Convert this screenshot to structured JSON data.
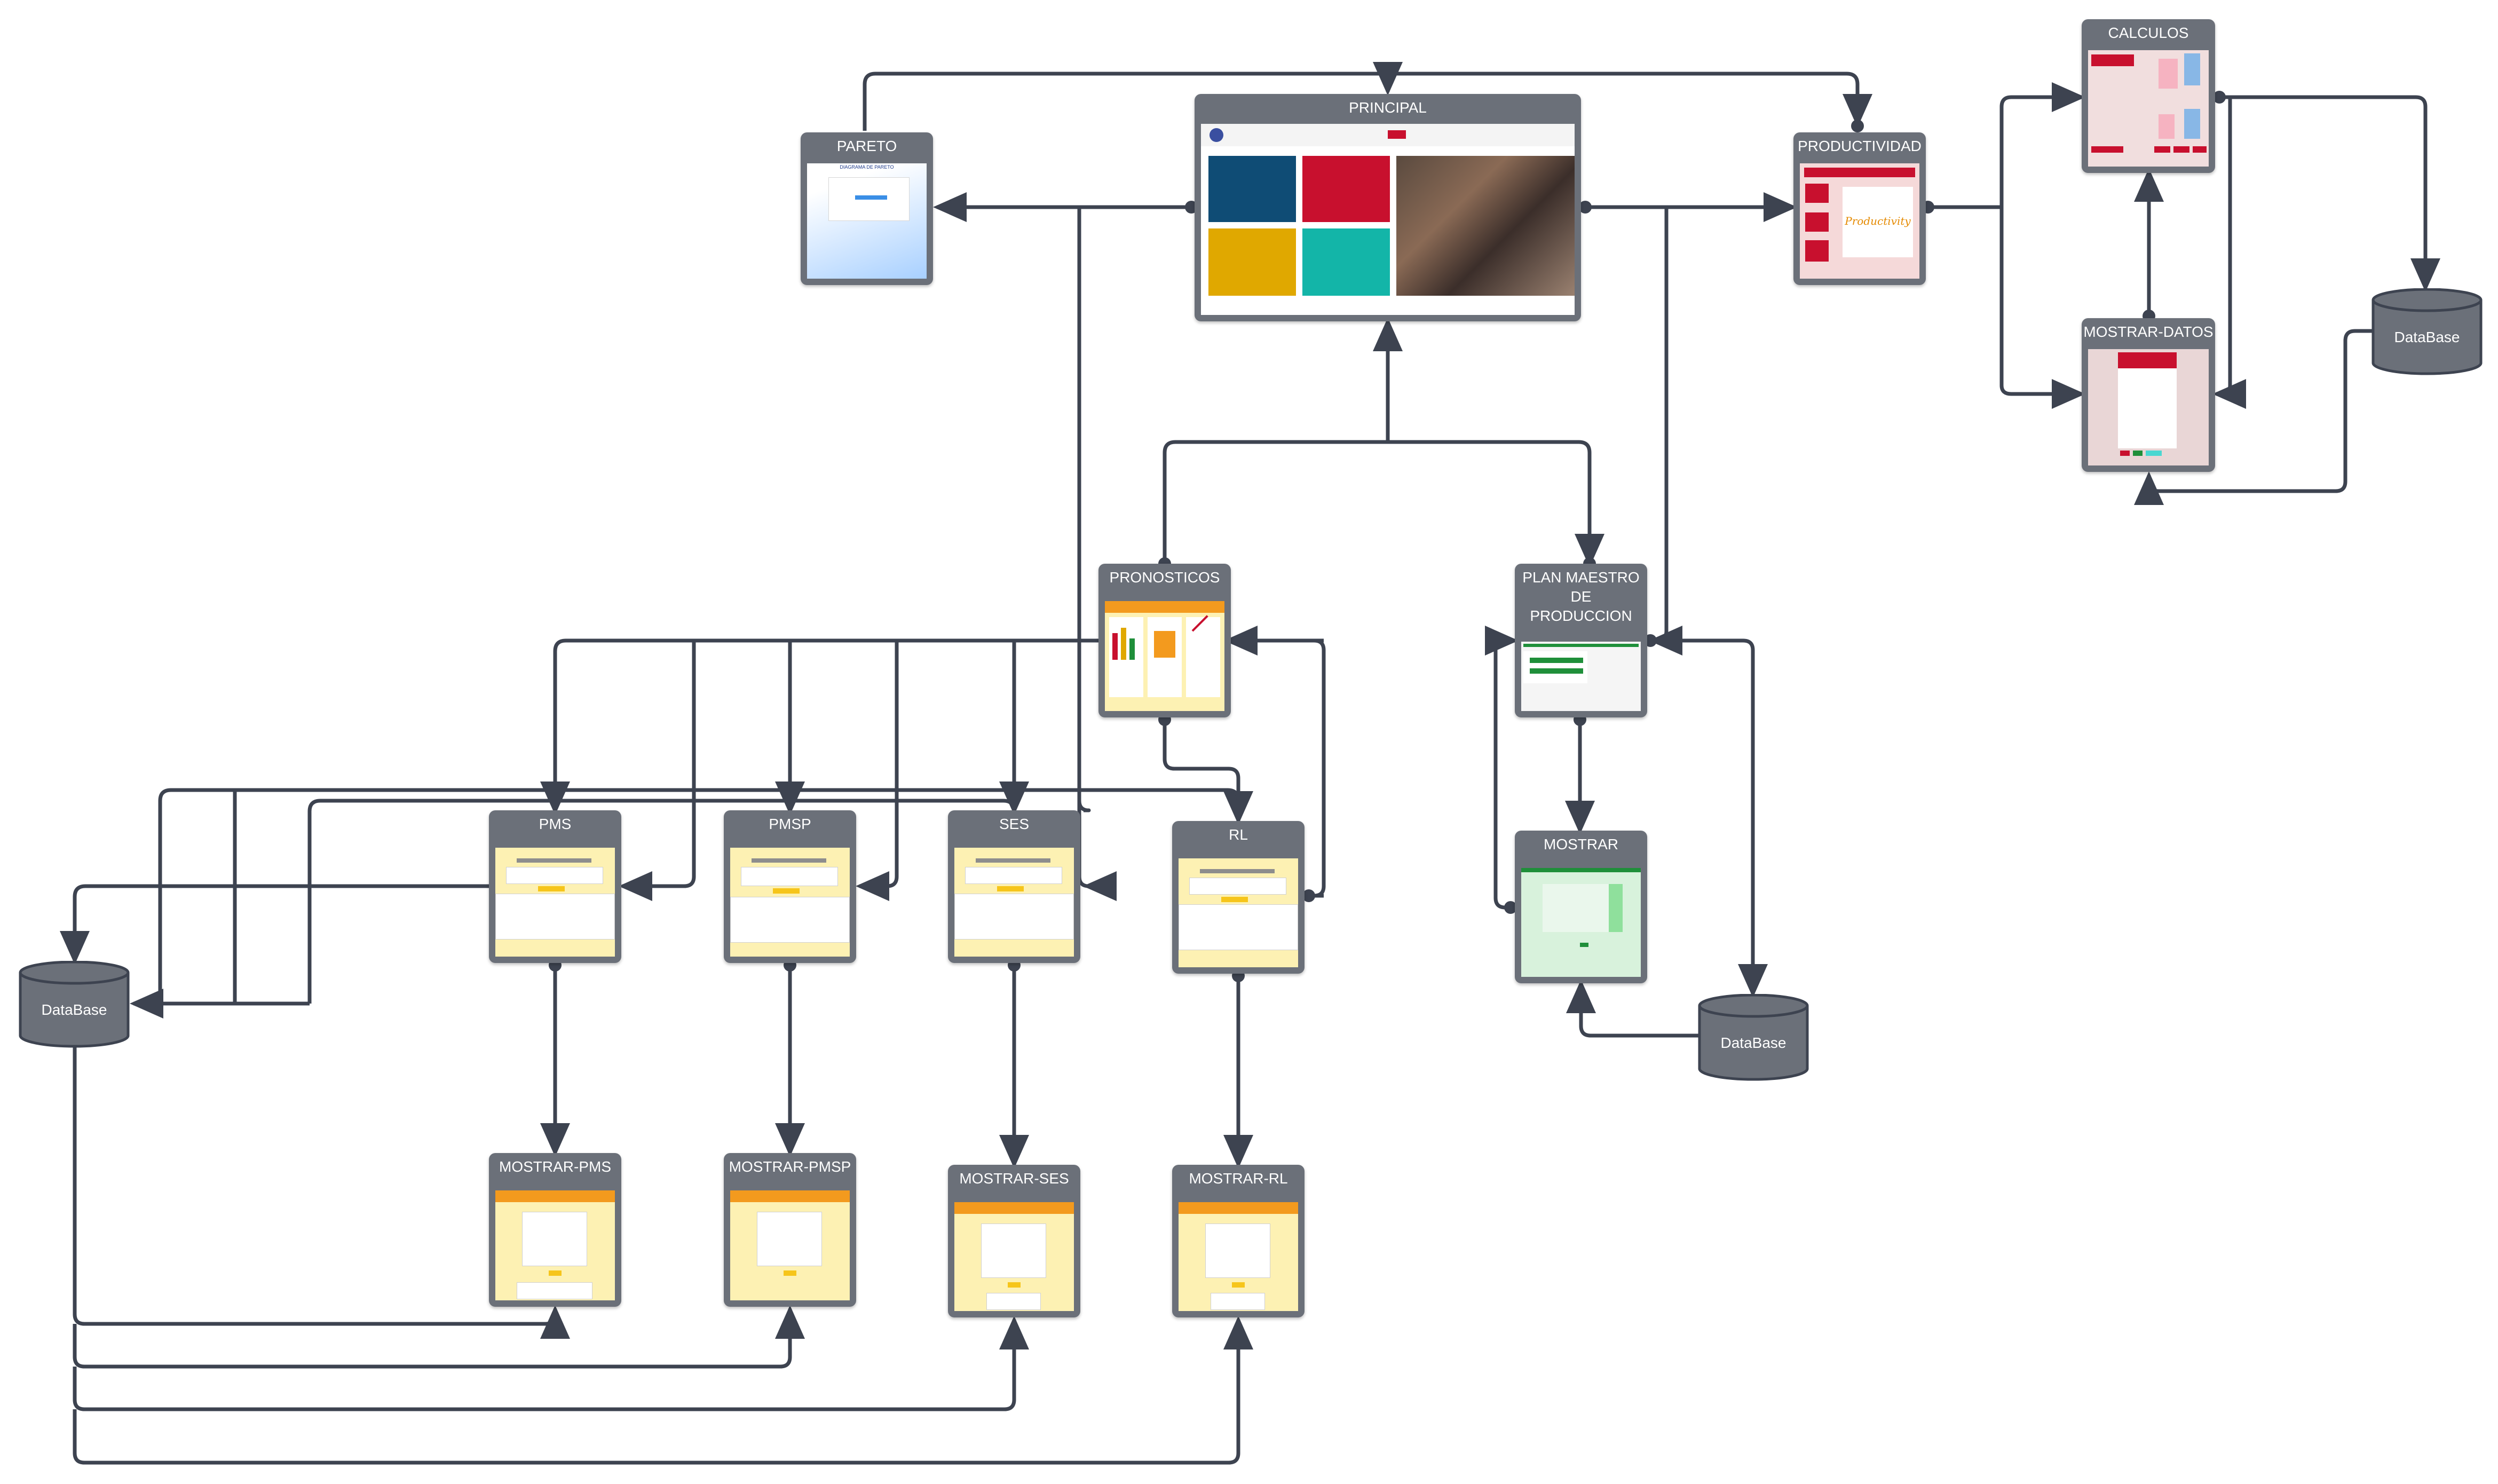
{
  "colors": {
    "node_bg": "#6b7079",
    "wire": "#3d4350",
    "database": "#6b7079",
    "yellow_thumb": "#fdf1b3",
    "orange_header": "#f39a1e",
    "red_brand": "#c8102e",
    "tile_blue": "#0f4c75",
    "tile_red": "#c8102e",
    "tile_yellow": "#e0a800",
    "tile_teal": "#13b5a8",
    "mostrar_green": "#d8f2dc"
  },
  "nodes": {
    "principal": {
      "title": "PRINCIPAL"
    },
    "pareto": {
      "title": "PARETO",
      "thumb_heading": "DIAGRAMA DE PARETO"
    },
    "productividad": {
      "title": "PRODUCTIVIDAD",
      "thumb_text": "Productivity"
    },
    "calculos": {
      "title": "CALCULOS"
    },
    "mostrar_datos": {
      "title": "MOSTRAR-DATOS"
    },
    "pronosticos": {
      "title": "PRONOSTICOS"
    },
    "plan_maestro": {
      "title_line1": "PLAN MAESTRO",
      "title_line2": "DE",
      "title_line3": "PRODUCCION"
    },
    "mostrar": {
      "title": "MOSTRAR"
    },
    "pms": {
      "title": "PMS"
    },
    "pmsp": {
      "title": "PMSP"
    },
    "ses": {
      "title": "SES"
    },
    "rl": {
      "title": "RL"
    },
    "mostrar_pms": {
      "title": "MOSTRAR-PMS"
    },
    "mostrar_pmsp": {
      "title": "MOSTRAR-PMSP"
    },
    "mostrar_ses": {
      "title": "MOSTRAR-SES"
    },
    "mostrar_rl": {
      "title": "MOSTRAR-RL"
    }
  },
  "databases": {
    "db_left": {
      "label": "DataBase"
    },
    "db_center": {
      "label": "DataBase"
    },
    "db_right": {
      "label": "DataBase"
    }
  }
}
